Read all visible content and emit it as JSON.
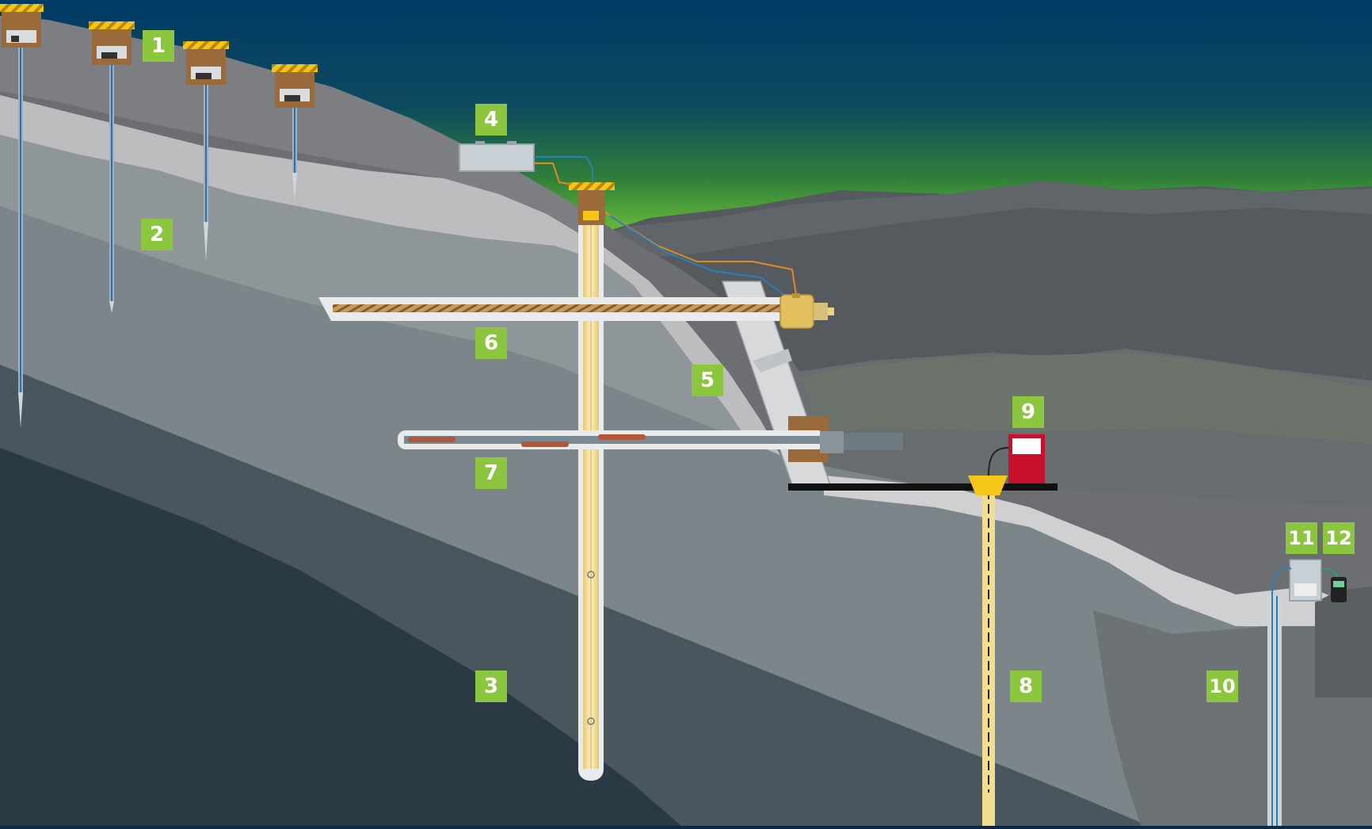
{
  "labels": {
    "l1": "1",
    "l2": "2",
    "l3": "3",
    "l4": "4",
    "l5": "5",
    "l6": "6",
    "l7": "7",
    "l8": "8",
    "l9": "9",
    "l10": "10",
    "l11": "11",
    "l12": "12"
  },
  "colors": {
    "label_badge": "#8cc63f",
    "sky_top": "#003b66",
    "aurora": "#6fc23a",
    "borehole_casing": "#f2dc8e",
    "cap_hazard": "#f5c518",
    "readout_red": "#c8102e",
    "lake": "#1aa3b8"
  },
  "icons": {
    "terminal_housing": "brown-hut-with-hazard-cap",
    "data_logger": "grey-logger-box",
    "pump": "red-pump-unit"
  }
}
